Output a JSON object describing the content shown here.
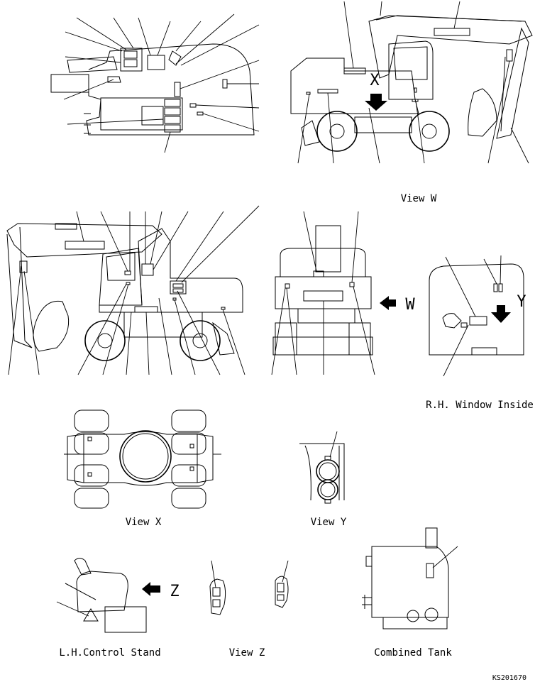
{
  "labels": {
    "view_w": "View W",
    "rh_window_inside": "R.H. Window Inside",
    "view_x": "View X",
    "view_y": "View Y",
    "lh_control_stand": "L.H.Control Stand",
    "view_z": "View Z",
    "combined_tank": "Combined Tank"
  },
  "markers": {
    "x": "X",
    "w": "W",
    "y": "Y",
    "z": "Z"
  },
  "drawing_code": "KS201670"
}
